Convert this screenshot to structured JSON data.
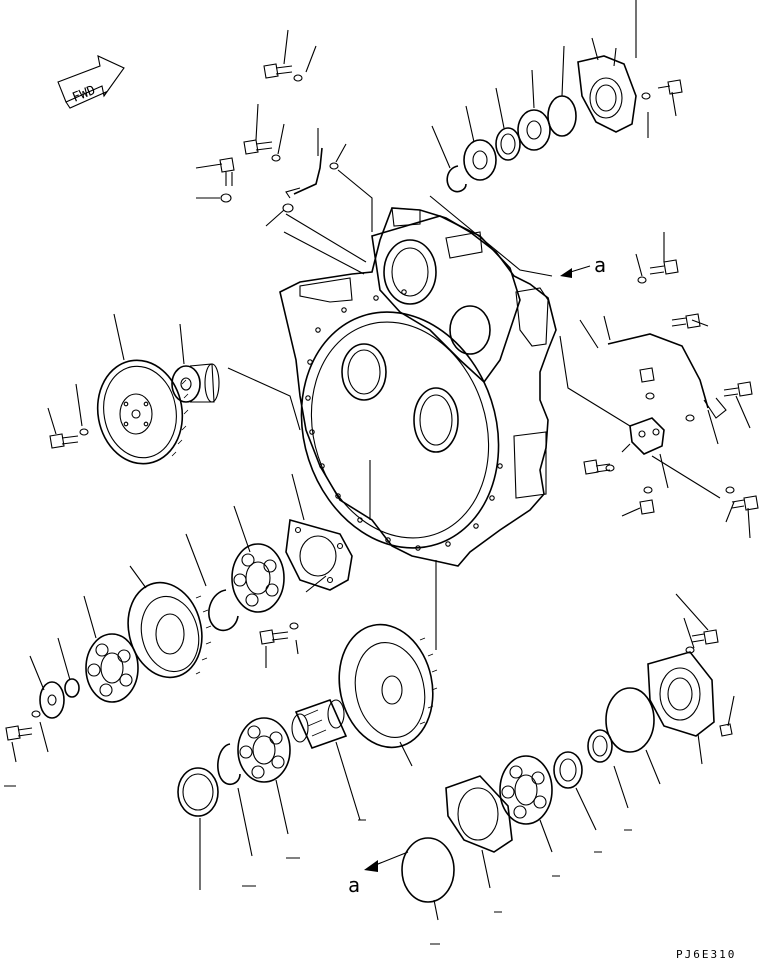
{
  "diagram": {
    "fwd_label": "FWD",
    "ref_letter_top": "a",
    "ref_letter_bottom": "a",
    "drawing_code": "PJ6E310"
  },
  "parts": [
    {
      "id": "flywheel"
    },
    {
      "id": "flange-hub"
    },
    {
      "id": "input-gear"
    },
    {
      "id": "roller-bearing-1"
    },
    {
      "id": "bearing-retainer"
    },
    {
      "id": "snap-ring-1"
    },
    {
      "id": "large-gear"
    },
    {
      "id": "spline-shaft"
    },
    {
      "id": "bearing-cage"
    },
    {
      "id": "end-cover"
    },
    {
      "id": "o-ring"
    },
    {
      "id": "oil-seal"
    },
    {
      "id": "top-cover"
    },
    {
      "id": "filter-block"
    }
  ]
}
